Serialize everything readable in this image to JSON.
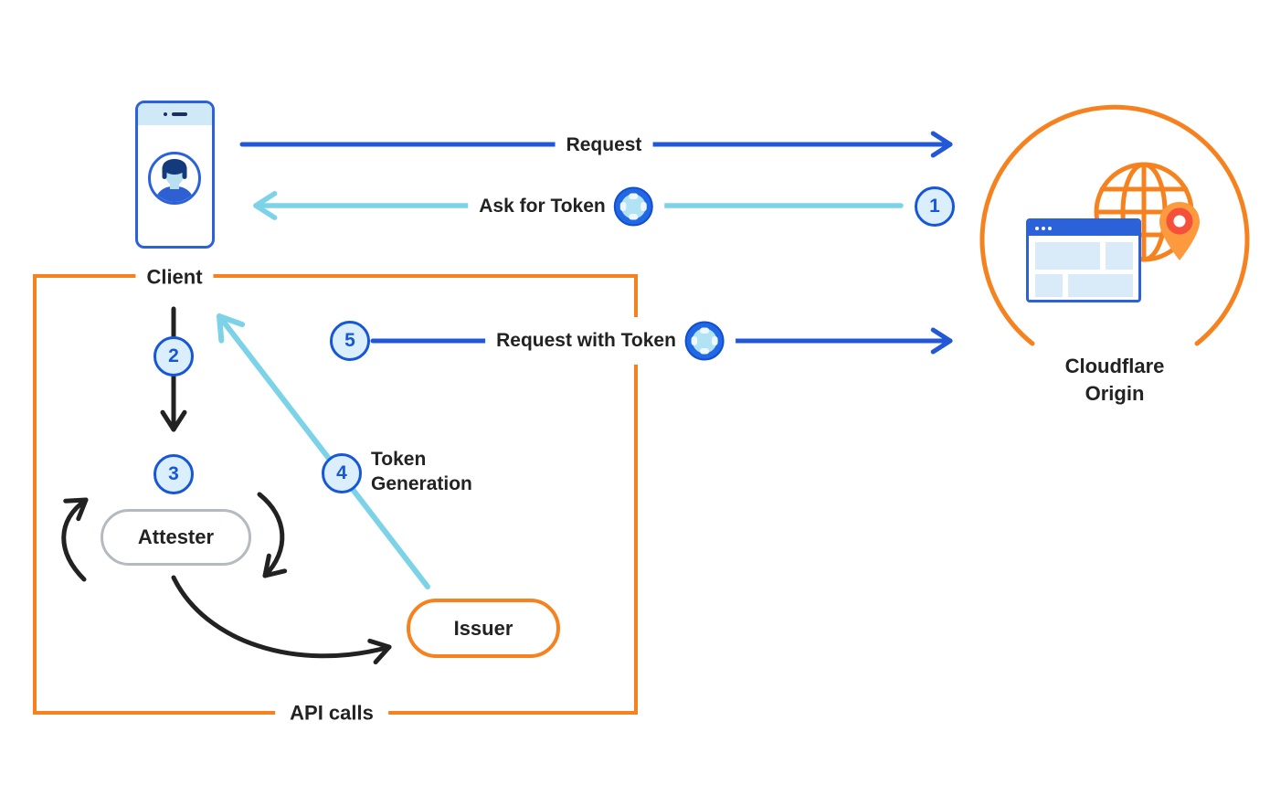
{
  "colors": {
    "accent_blue": "#2257d8",
    "accent_cyan": "#7cd3e8",
    "accent_orange": "#f6821f",
    "ink": "#222222",
    "step_fill": "#dbeefc",
    "step_border": "#1657d8",
    "gray_border": "#b4babf"
  },
  "nodes": {
    "client": {
      "label": "Client"
    },
    "origin": {
      "label_line1": "Cloudflare",
      "label_line2": "Origin"
    },
    "attester": {
      "label": "Attester"
    },
    "issuer": {
      "label": "Issuer"
    }
  },
  "container": {
    "label": "API calls"
  },
  "steps": {
    "one": "1",
    "two": "2",
    "three": "3",
    "four": "4",
    "five": "5"
  },
  "flows": {
    "request": "Request",
    "ask_for_token": "Ask for Token",
    "request_with_token": "Request with Token",
    "token_generation_line1": "Token",
    "token_generation_line2": "Generation"
  }
}
